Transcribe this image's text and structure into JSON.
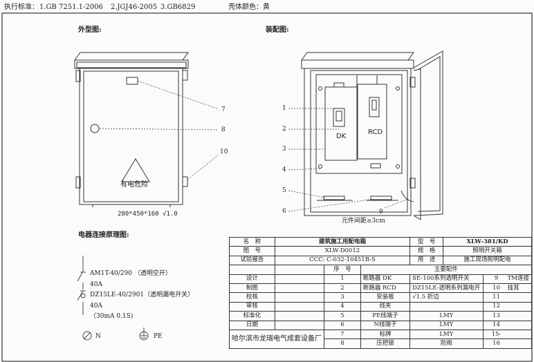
{
  "header": {
    "standards_label": "执行标准：",
    "standards": [
      "1.GB 7251.1-2006",
      "2.JGJ46-2005",
      "3.GB6829"
    ],
    "shell_color_label": "壳体颜色：",
    "shell_color": "黄"
  },
  "exterior": {
    "title": "外型图:",
    "warning_text": "有电危险",
    "dimensions": "280*450*160 √1.0",
    "callouts": [
      "7",
      "8",
      "10"
    ]
  },
  "assembly": {
    "title": "装配图:",
    "dk_label": "DK",
    "rcd_label": "RCD",
    "callouts": [
      "1",
      "2",
      "3",
      "4",
      "5",
      "6",
      "9"
    ],
    "spacing_note": "元件间距≥3cm"
  },
  "schematic": {
    "title": "电器连接原理图:",
    "line1": "AM1T-40/290 （透明空开）",
    "line2": "40A",
    "line3": "DZ15LE-40/2901（透明漏电开关）",
    "line4": "40A",
    "line5": "（30mA 0.1S)",
    "n_label": "N",
    "pe_label": "PE"
  },
  "spec_table": {
    "name_label": "名　称",
    "name_value": "建筑施工用配电箱",
    "model_label": "型　号",
    "model_value": "XLW-381/KD",
    "drawing_label": "图　号",
    "drawing_value": "XLW-D0012",
    "spec_label": "规　格",
    "spec_value": "照明开关箱",
    "report_label": "试验报告",
    "report_value": "CCC: C-032-10451B-S",
    "use_label": "用　途",
    "use_value": "施工现场照明配电",
    "seq_label": "序　号",
    "parts_label": "主要配件",
    "roles": [
      "设计",
      "制图",
      "校核",
      "审核",
      "标准化",
      "日期"
    ],
    "parts": [
      {
        "no": "1",
        "name": "断路器 DK",
        "spec": "SE-100系列透明开关",
        "no2": "9",
        "item2": "TM连接"
      },
      {
        "no": "2",
        "name": "断路器 RCD",
        "spec": "DZ15LE-透明系列漏电开",
        "no2": "10",
        "item2": "挂耳"
      },
      {
        "no": "3",
        "name": "安装板",
        "spec": "√1.5 折边",
        "no2": "11",
        "item2": ""
      },
      {
        "no": "4",
        "name": "线夹",
        "spec": "",
        "no2": "12",
        "item2": ""
      },
      {
        "no": "5",
        "name": "PE线端子",
        "spec": "LMY",
        "no2": "13",
        "item2": ""
      },
      {
        "no": "6",
        "name": "N线端子",
        "spec": "LMY",
        "no2": "14",
        "item2": ""
      },
      {
        "no": "7",
        "name": "标牌",
        "spec": "LMY",
        "no2": "15-",
        "item2": ""
      },
      {
        "no": "8",
        "name": "压把锁",
        "spec": "防雨",
        "no2": "16",
        "item2": ""
      }
    ],
    "company": "哈尔滨市龙瑞电气成套设备厂"
  }
}
